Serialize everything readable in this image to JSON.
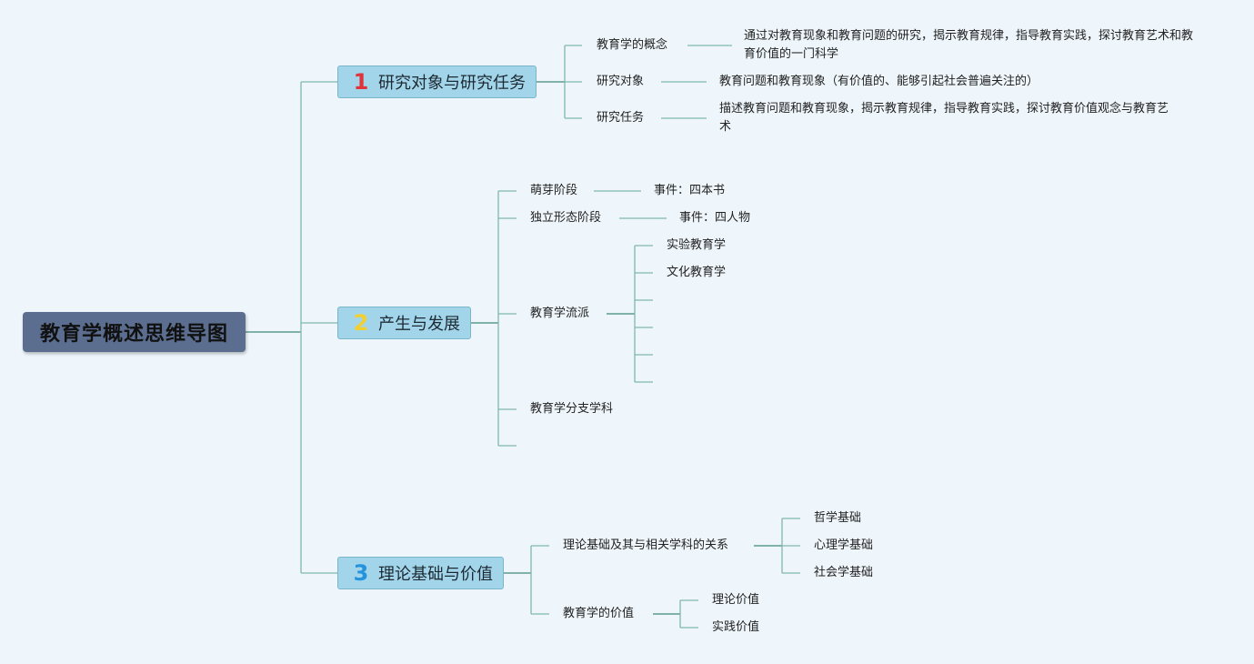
{
  "root": {
    "title": "教育学概述思维导图"
  },
  "branch1": {
    "number": "1",
    "label": "研究对象与研究任务",
    "concept": {
      "label": "教育学的概念",
      "detail": "通过对教育现象和教育问题的研究，揭示教育规律，指导教育实践，探讨教育艺术和教育价值的一门科学"
    },
    "object": {
      "label": "研究对象",
      "detail": "教育问题和教育现象（有价值的、能够引起社会普遍关注的）"
    },
    "task": {
      "label": "研究任务",
      "detail": "描述教育问题和教育现象，揭示教育规律，指导教育实践，探讨教育价值观念与教育艺术"
    }
  },
  "branch2": {
    "number": "2",
    "label": "产生与发展",
    "sprout": {
      "label": "萌芽阶段",
      "detail": "事件：四本书"
    },
    "independent": {
      "label": "独立形态阶段",
      "detail": "事件：四人物"
    },
    "schools": {
      "label": "教育学流派",
      "items": [
        "实验教育学",
        "文化教育学"
      ]
    },
    "branches": {
      "label": "教育学分支学科"
    }
  },
  "branch3": {
    "number": "3",
    "label": "理论基础与价值",
    "foundation": {
      "label": "理论基础及其与相关学科的关系",
      "items": [
        "哲学基础",
        "心理学基础",
        "社会学基础"
      ]
    },
    "value": {
      "label": "教育学的价值",
      "items": [
        "理论价值",
        "实践价值"
      ]
    }
  },
  "colors": {
    "background": "#eef6fb",
    "root_fill": "#5b6e8f",
    "branch_fill": "#a3d5ea",
    "connector": "#7fb8ad",
    "num1": "#e0323b",
    "num2": "#f2cf2f",
    "num3": "#2493dd"
  }
}
